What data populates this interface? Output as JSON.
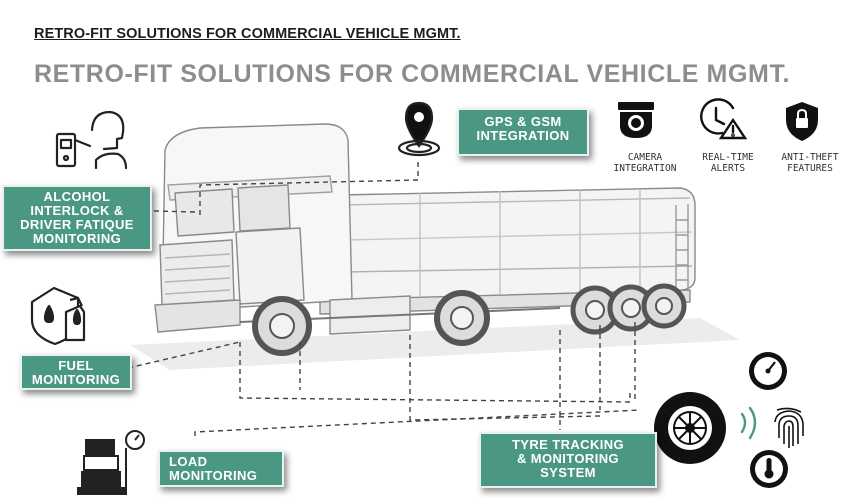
{
  "header": {
    "title_small": "RETRO-FIT SOLUTIONS FOR COMMERCIAL VEHICLE MGMT.",
    "title_large": "RETRO-FIT SOLUTIONS FOR COMMERCIAL VEHICLE MGMT."
  },
  "tags": {
    "gps": "GPS & GSM\nINTEGRATION",
    "alcohol": "ALCOHOL\nINTERLOCK &\nDRIVER FATIQUE\nMONITORING",
    "fuel": "FUEL\nMONITORING",
    "load": "LOAD\nMONITORING",
    "tyre": "TYRE TRACKING\n& MONITORING\nSYSTEM"
  },
  "features": {
    "camera": "CAMERA\nINTEGRATION",
    "alerts": "REAL-TIME\nALERTS",
    "antitheft": "ANTI-THEFT\nFEATURES"
  },
  "icons": {
    "breathalyzer": "breathalyzer-driver-icon",
    "gps_pin": "gps-pin-icon",
    "camera": "camera-icon",
    "clock_alert": "clock-alert-icon",
    "shield_lock": "shield-lock-icon",
    "fuel": "fuel-pump-icon",
    "load": "load-scale-icon",
    "tyre": "tyre-icon",
    "speedometer": "speedometer-icon",
    "fingerprint": "fingerprint-icon",
    "thermometer": "thermometer-icon"
  },
  "colors": {
    "tag_fill": "#4a9784",
    "title_gray": "#8d8d8d"
  }
}
